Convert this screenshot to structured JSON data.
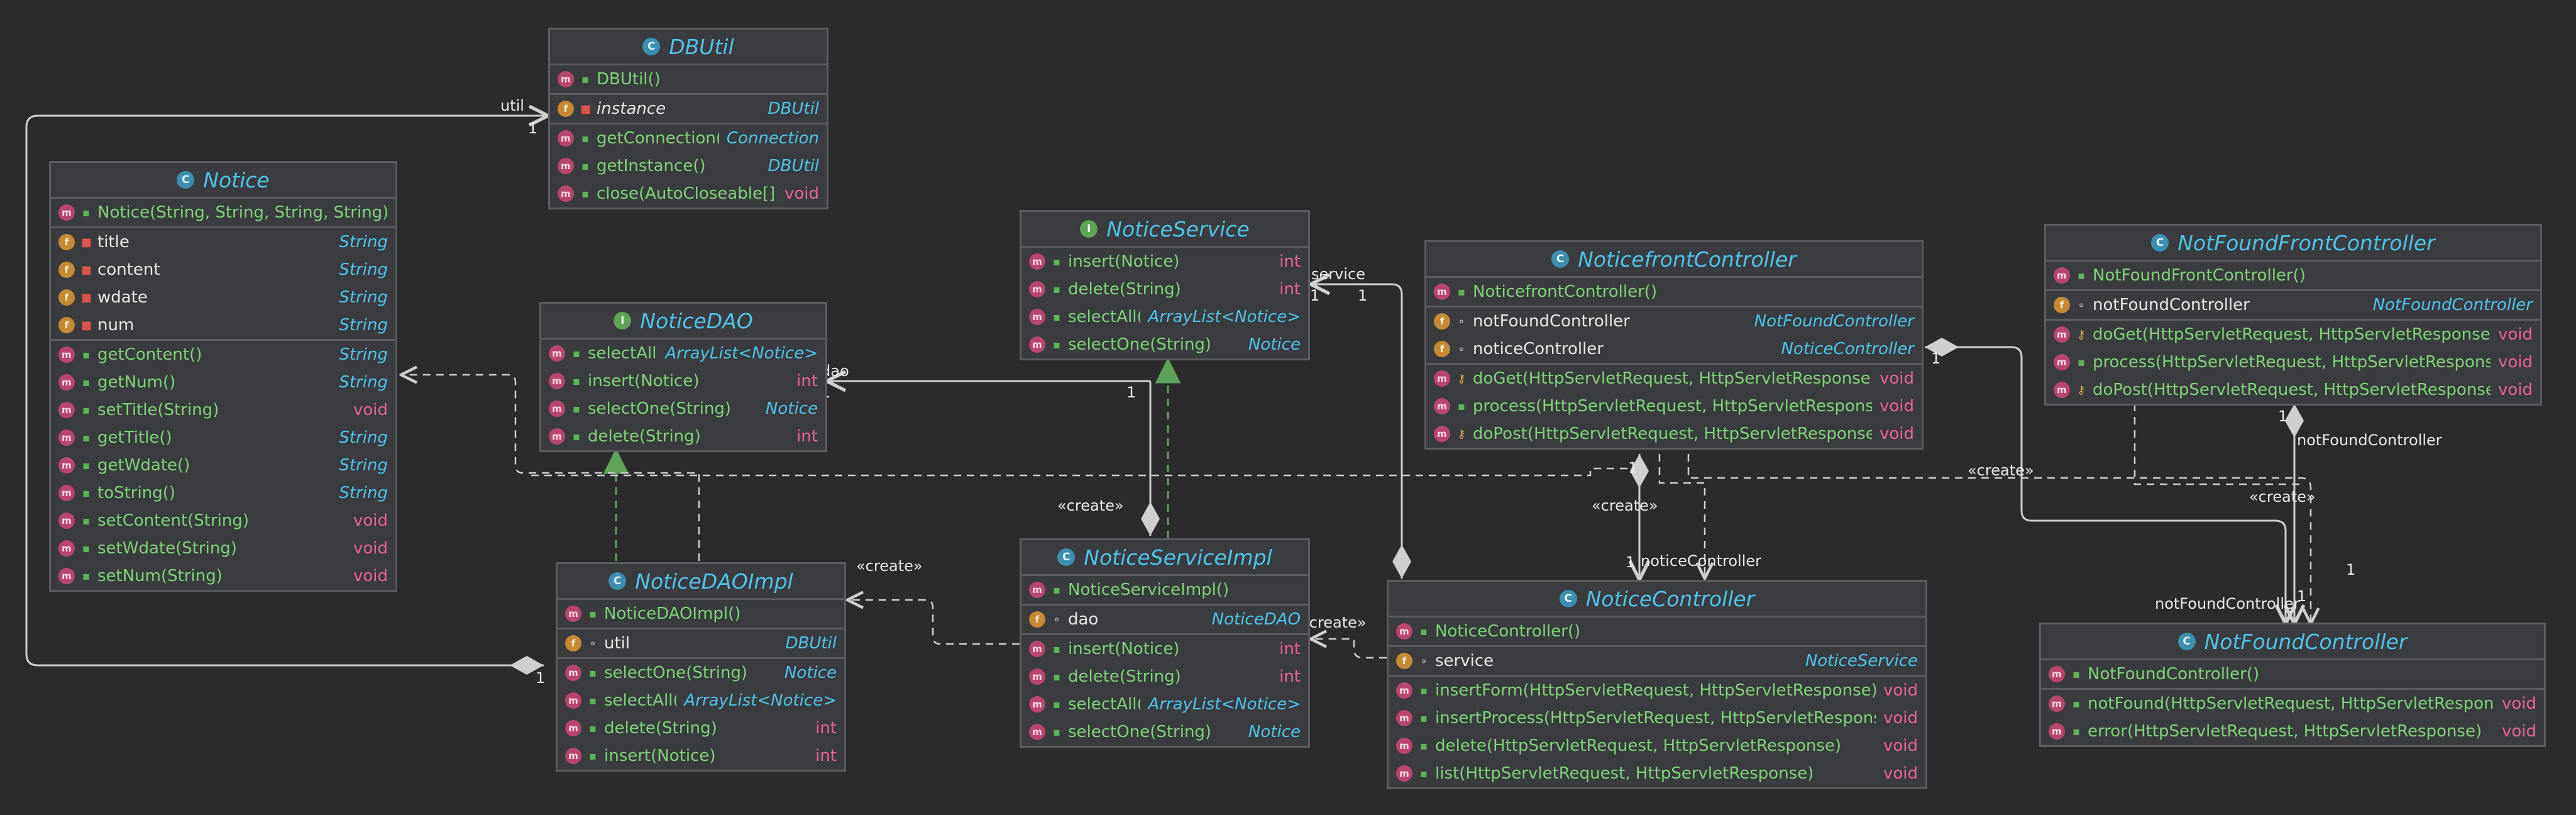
{
  "classes": [
    {
      "id": "DBUtil",
      "kind": "C",
      "name": "DBUtil",
      "box": "b1",
      "sections": [
        [
          {
            "k": "m",
            "v": "pub",
            "n": "DBUtil()",
            "t": ""
          }
        ],
        [
          {
            "k": "f",
            "v": "priv",
            "n": "instance",
            "t": "DBUtil",
            "it": true
          }
        ],
        [
          {
            "k": "m",
            "v": "pub",
            "n": "getConnection()",
            "t": "Connection"
          },
          {
            "k": "m",
            "v": "pub",
            "n": "getInstance()",
            "t": "DBUtil"
          },
          {
            "k": "m",
            "v": "pub",
            "n": "close(AutoCloseable[])",
            "t": "void"
          }
        ]
      ]
    },
    {
      "id": "Notice",
      "kind": "C",
      "name": "Notice",
      "box": "b2",
      "sections": [
        [
          {
            "k": "m",
            "v": "pub",
            "n": "Notice(String, String, String, String)",
            "t": ""
          }
        ],
        [
          {
            "k": "f",
            "v": "priv",
            "n": "title",
            "t": "String"
          },
          {
            "k": "f",
            "v": "priv",
            "n": "content",
            "t": "String"
          },
          {
            "k": "f",
            "v": "priv",
            "n": "wdate",
            "t": "String"
          },
          {
            "k": "f",
            "v": "priv",
            "n": "num",
            "t": "String"
          }
        ],
        [
          {
            "k": "m",
            "v": "pub",
            "n": "getContent()",
            "t": "String"
          },
          {
            "k": "m",
            "v": "pub",
            "n": "getNum()",
            "t": "String"
          },
          {
            "k": "m",
            "v": "pub",
            "n": "setTitle(String)",
            "t": "void"
          },
          {
            "k": "m",
            "v": "pub",
            "n": "getTitle()",
            "t": "String"
          },
          {
            "k": "m",
            "v": "pub",
            "n": "getWdate()",
            "t": "String"
          },
          {
            "k": "m",
            "v": "pub",
            "n": "toString()",
            "t": "String"
          },
          {
            "k": "m",
            "v": "pub",
            "n": "setContent(String)",
            "t": "void"
          },
          {
            "k": "m",
            "v": "pub",
            "n": "setWdate(String)",
            "t": "void"
          },
          {
            "k": "m",
            "v": "pub",
            "n": "setNum(String)",
            "t": "void"
          }
        ]
      ]
    },
    {
      "id": "NoticeDAO",
      "kind": "I",
      "name": "NoticeDAO",
      "box": "b3",
      "sections": [
        [
          {
            "k": "m",
            "v": "pub",
            "n": "selectAll()",
            "t": "ArrayList<Notice>"
          },
          {
            "k": "m",
            "v": "pub",
            "n": "insert(Notice)",
            "t": "int"
          },
          {
            "k": "m",
            "v": "pub",
            "n": "selectOne(String)",
            "t": "Notice"
          },
          {
            "k": "m",
            "v": "pub",
            "n": "delete(String)",
            "t": "int"
          }
        ]
      ]
    },
    {
      "id": "NoticeDAOImpl",
      "kind": "C",
      "name": "NoticeDAOImpl",
      "box": "b4",
      "sections": [
        [
          {
            "k": "m",
            "v": "pub",
            "n": "NoticeDAOImpl()",
            "t": ""
          }
        ],
        [
          {
            "k": "f",
            "v": "pkg",
            "n": "util",
            "t": "DBUtil"
          }
        ],
        [
          {
            "k": "m",
            "v": "pub",
            "n": "selectOne(String)",
            "t": "Notice"
          },
          {
            "k": "m",
            "v": "pub",
            "n": "selectAll()",
            "t": "ArrayList<Notice>"
          },
          {
            "k": "m",
            "v": "pub",
            "n": "delete(String)",
            "t": "int"
          },
          {
            "k": "m",
            "v": "pub",
            "n": "insert(Notice)",
            "t": "int"
          }
        ]
      ]
    },
    {
      "id": "NoticeService",
      "kind": "I",
      "name": "NoticeService",
      "box": "b5",
      "sections": [
        [
          {
            "k": "m",
            "v": "pub",
            "n": "insert(Notice)",
            "t": "int"
          },
          {
            "k": "m",
            "v": "pub",
            "n": "delete(String)",
            "t": "int"
          },
          {
            "k": "m",
            "v": "pub",
            "n": "selectAll()",
            "t": "ArrayList<Notice>"
          },
          {
            "k": "m",
            "v": "pub",
            "n": "selectOne(String)",
            "t": "Notice"
          }
        ]
      ]
    },
    {
      "id": "NoticeServiceImpl",
      "kind": "C",
      "name": "NoticeServiceImpl",
      "box": "b6",
      "sections": [
        [
          {
            "k": "m",
            "v": "pub",
            "n": "NoticeServiceImpl()",
            "t": ""
          }
        ],
        [
          {
            "k": "f",
            "v": "pkg",
            "n": "dao",
            "t": "NoticeDAO"
          }
        ],
        [
          {
            "k": "m",
            "v": "pub",
            "n": "insert(Notice)",
            "t": "int"
          },
          {
            "k": "m",
            "v": "pub",
            "n": "delete(String)",
            "t": "int"
          },
          {
            "k": "m",
            "v": "pub",
            "n": "selectAll()",
            "t": "ArrayList<Notice>"
          },
          {
            "k": "m",
            "v": "pub",
            "n": "selectOne(String)",
            "t": "Notice"
          }
        ]
      ]
    },
    {
      "id": "NoticefrontController",
      "kind": "C",
      "name": "NoticefrontController",
      "box": "b7",
      "sections": [
        [
          {
            "k": "m",
            "v": "pub",
            "n": "NoticefrontController()",
            "t": ""
          }
        ],
        [
          {
            "k": "f",
            "v": "pkg",
            "n": "notFoundController",
            "t": "NotFoundController"
          },
          {
            "k": "f",
            "v": "pkg",
            "n": "noticeController",
            "t": "NoticeController"
          }
        ],
        [
          {
            "k": "m",
            "v": "prot",
            "n": "doGet(HttpServletRequest, HttpServletResponse)",
            "t": "void"
          },
          {
            "k": "m",
            "v": "pub",
            "n": "process(HttpServletRequest, HttpServletResponse)",
            "t": "void"
          },
          {
            "k": "m",
            "v": "prot",
            "n": "doPost(HttpServletRequest, HttpServletResponse)",
            "t": "void"
          }
        ]
      ]
    },
    {
      "id": "NoticeController",
      "kind": "C",
      "name": "NoticeController",
      "box": "b8",
      "sections": [
        [
          {
            "k": "m",
            "v": "pub",
            "n": "NoticeController()",
            "t": ""
          }
        ],
        [
          {
            "k": "f",
            "v": "pkg",
            "n": "service",
            "t": "NoticeService"
          }
        ],
        [
          {
            "k": "m",
            "v": "pub",
            "n": "insertForm(HttpServletRequest, HttpServletResponse)",
            "t": "void"
          },
          {
            "k": "m",
            "v": "pub",
            "n": "insertProcess(HttpServletRequest, HttpServletResponse)",
            "t": "void"
          },
          {
            "k": "m",
            "v": "pub",
            "n": "delete(HttpServletRequest, HttpServletResponse)",
            "t": "void"
          },
          {
            "k": "m",
            "v": "pub",
            "n": "list(HttpServletRequest, HttpServletResponse)",
            "t": "void"
          }
        ]
      ]
    },
    {
      "id": "NotFoundFrontController",
      "kind": "C",
      "name": "NotFoundFrontController",
      "box": "b9",
      "sections": [
        [
          {
            "k": "m",
            "v": "pub",
            "n": "NotFoundFrontController()",
            "t": ""
          }
        ],
        [
          {
            "k": "f",
            "v": "pkg",
            "n": "notFoundController",
            "t": "NotFoundController"
          }
        ],
        [
          {
            "k": "m",
            "v": "prot",
            "n": "doGet(HttpServletRequest, HttpServletResponse)",
            "t": "void"
          },
          {
            "k": "m",
            "v": "pub",
            "n": "process(HttpServletRequest, HttpServletResponse)",
            "t": "void"
          },
          {
            "k": "m",
            "v": "prot",
            "n": "doPost(HttpServletRequest, HttpServletResponse)",
            "t": "void"
          }
        ]
      ]
    },
    {
      "id": "NotFoundController",
      "kind": "C",
      "name": "NotFoundController",
      "box": "b10",
      "sections": [
        [
          {
            "k": "m",
            "v": "pub",
            "n": "NotFoundController()",
            "t": ""
          }
        ],
        [
          {
            "k": "m",
            "v": "pub",
            "n": "notFound(HttpServletRequest, HttpServletResponse)",
            "t": "void"
          },
          {
            "k": "m",
            "v": "pub",
            "n": "error(HttpServletRequest, HttpServletResponse)",
            "t": "void"
          }
        ]
      ]
    }
  ],
  "edge_labels": {
    "util": "util",
    "one": "1",
    "dao": "dao",
    "service": "service",
    "notice_controller": "noticeController",
    "not_found_controller": "notFoundController",
    "create": "«create»"
  },
  "colors": {
    "background": "#2b2b2d",
    "box_fill": "#3a3c3f",
    "box_border": "#5a5c60",
    "class_name": "#4fc3e8",
    "method_name": "#7fd17a",
    "type_keyword": "#e8639a",
    "realization_edge": "#5fa35a",
    "edge": "#cfcfcf"
  }
}
